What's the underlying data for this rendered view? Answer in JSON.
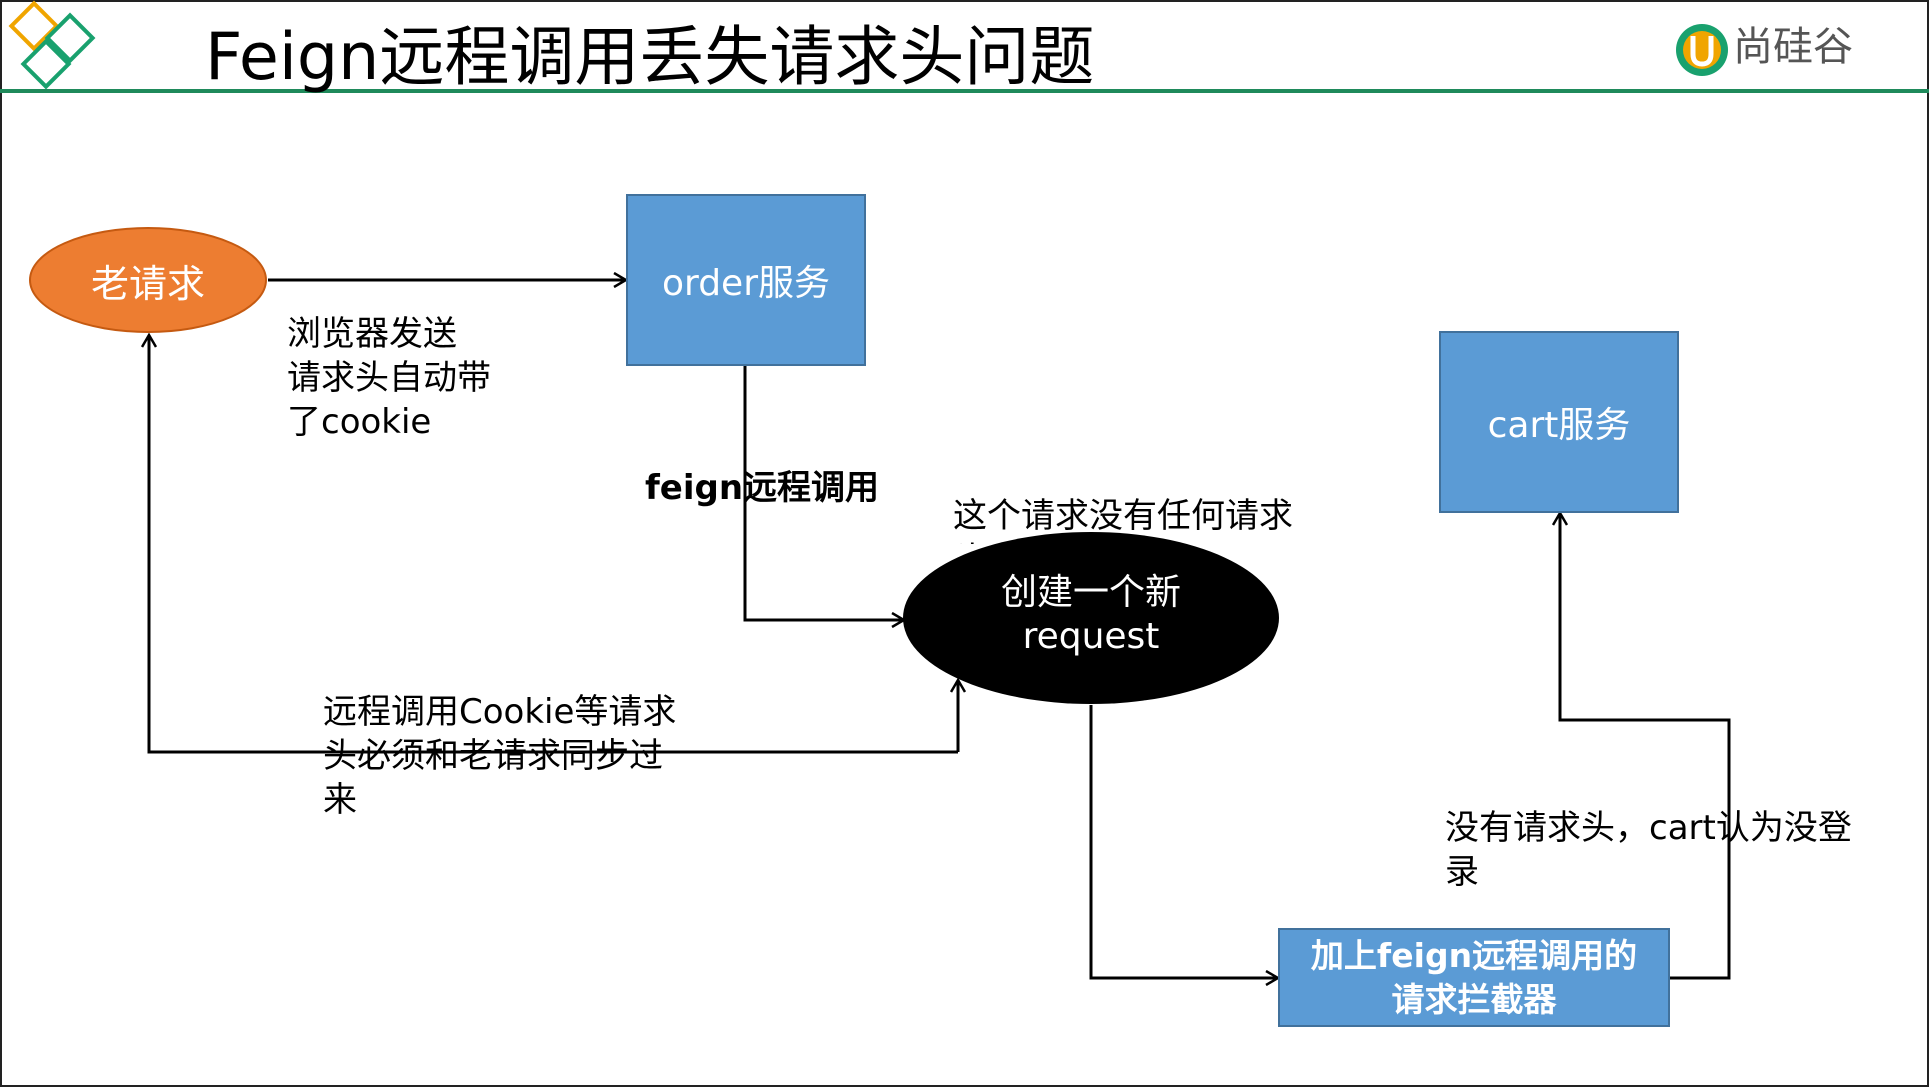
{
  "header": {
    "title": "Feign远程调用丢失请求头问题",
    "brand": "尚硅谷",
    "brand_mark": "U"
  },
  "nodes": {
    "old_request": "老请求",
    "order_service": "order服务",
    "cart_service": "cart服务",
    "new_request": "创建一个新\nrequest",
    "interceptor": "加上feign远程调用的\n请求拦截器"
  },
  "labels": {
    "browser": "浏览器发送\n请求头自动带\n了cookie",
    "feign_call": "feign远程调用",
    "no_headers": "这个请求没有任何请求\n头",
    "sync_cookie": "远程调用Cookie等请求\n头必须和老请求同步过\n来",
    "not_logged": "没有请求头，cart认为没登\n录"
  },
  "colors": {
    "accent_green": "#1f8a5b",
    "old_request_fill": "#ed7d31",
    "service_fill": "#5b9bd5",
    "new_request_fill": "#000000",
    "logo_orange": "#f0a500",
    "logo_green": "#19a16e"
  }
}
